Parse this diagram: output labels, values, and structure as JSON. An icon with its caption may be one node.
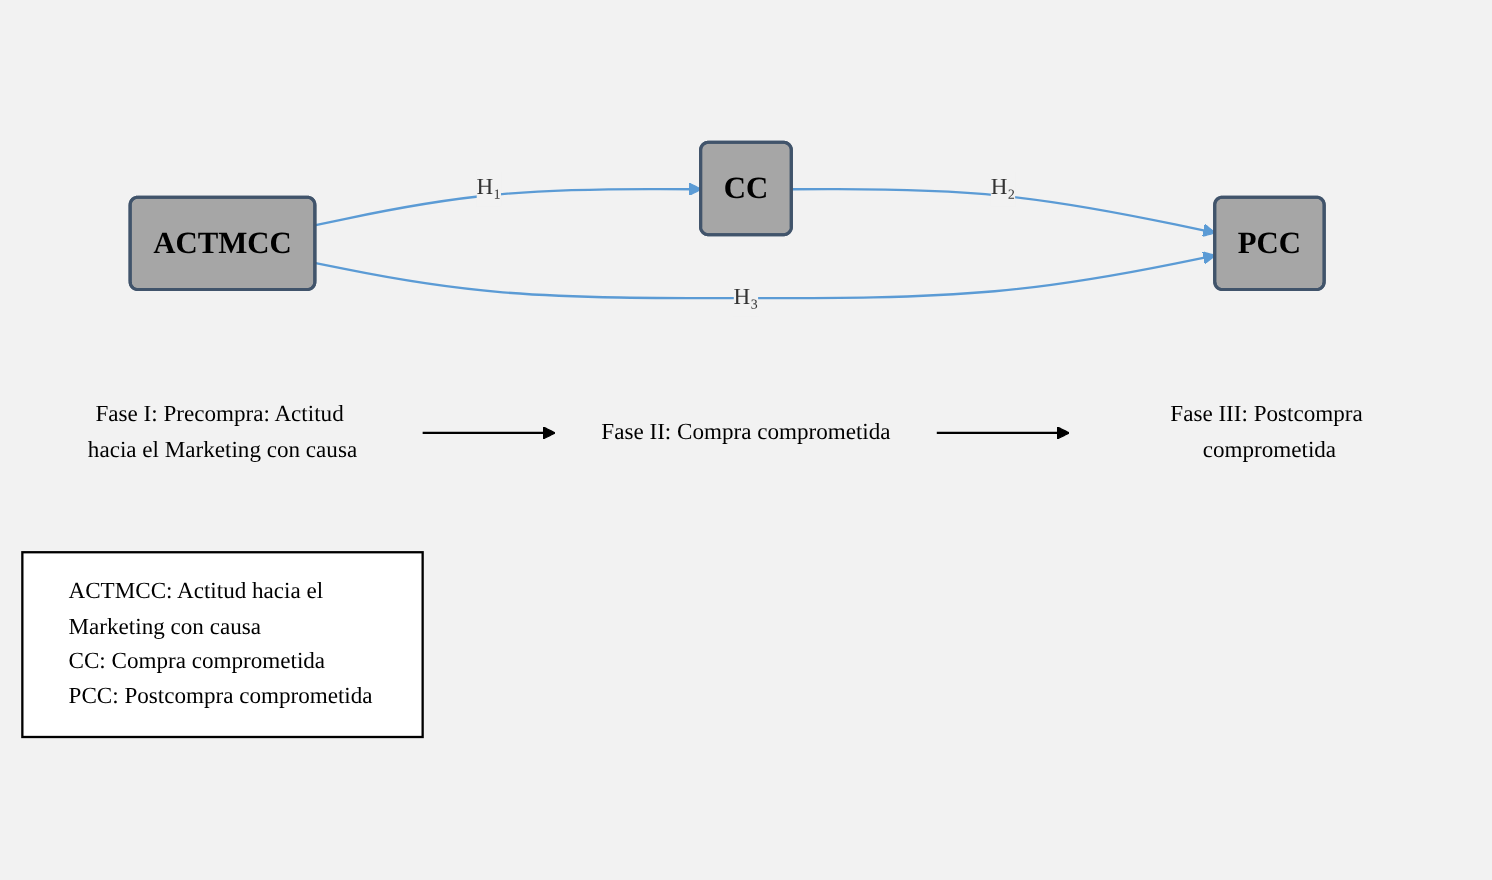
{
  "diagram": {
    "nodes": [
      {
        "text": [
          "ACTMCC"
        ]
      },
      {
        "text": [
          "CC"
        ]
      },
      {
        "text": [
          "PCC"
        ]
      },
      {
        "text": [
          "Fase I: Precompra: Actitud hacia el Marketing con causa"
        ]
      },
      {
        "text": [
          "Fase II: Compra comprometida"
        ]
      },
      {
        "text": [
          "Fase III: Postcompra comprometida"
        ]
      },
      {
        "text": [
          "ACTMCC: Actitud hacia el Marketing con causa",
          "CC: Compra comprometida",
          "PCC: Postcompra comprometida"
        ]
      }
    ],
    "edges": [
      {
        "from": 0,
        "to": 1,
        "arrow": "to",
        "label": "H₁"
      },
      {
        "from": 1,
        "to": 2,
        "arrow": "to",
        "label": "H₂"
      },
      {
        "from": 0,
        "to": 2,
        "arrow": "to",
        "label": "H₃"
      },
      {
        "from": 3,
        "to": 4,
        "arrow": "to",
        "color": "#000000"
      },
      {
        "from": 4,
        "to": 5,
        "arrow": "to",
        "color": "#000000"
      }
    ]
  }
}
